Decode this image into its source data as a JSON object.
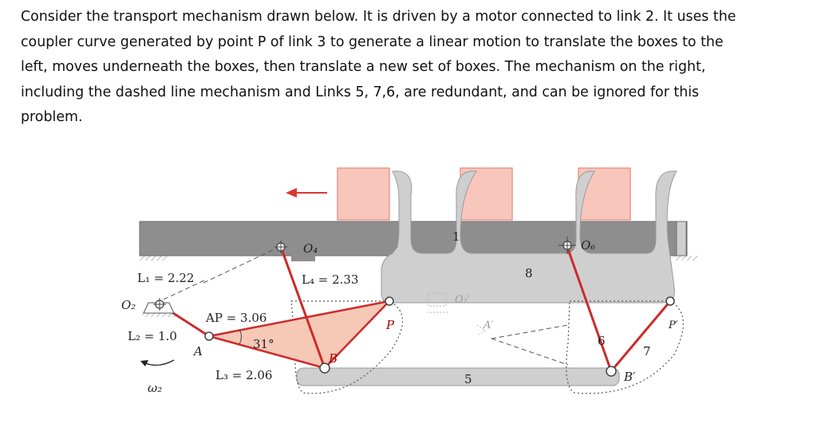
{
  "problem": {
    "lines": [
      "Consider the transport mechanism drawn below.  It is driven by a motor connected to link 2. It uses the",
      "coupler curve generated by point P of link 3 to generate a linear motion to translate the boxes to the",
      "left, moves underneath the boxes, then translate a new set of boxes. The mechanism on the right,",
      "including the dashed line mechanism and Links 5, 7,6, are redundant, and can be ignored for this",
      "problem."
    ]
  },
  "figure": {
    "labels": {
      "l1": "L₁ = 2.22",
      "l2": "L₂ = 1.0",
      "l3": "L₃ = 2.06",
      "l4": "L₄ = 2.33",
      "ap": "AP = 3.06",
      "angle": "31°",
      "o2": "O₂",
      "o4": "O₄",
      "o6": "O₆",
      "o2_prime": "O₂′",
      "a": "A",
      "a_prime": "A′",
      "b": "B",
      "b_prime": "B′",
      "p": "P",
      "p_prime": "P′",
      "omega2": "ω₂",
      "link1": "1",
      "link5": "5",
      "link6": "6",
      "link7": "7",
      "link8": "8"
    },
    "colors": {
      "link_red": "#cc2b2b",
      "triangle_fill": "#f6c8b6",
      "box_fill": "#f8c6bb",
      "box_stroke": "#e59a8c",
      "frame_gray": "#8e8e8e",
      "frame_light": "#cfcfcf",
      "arrow_red": "#d9382e"
    }
  }
}
